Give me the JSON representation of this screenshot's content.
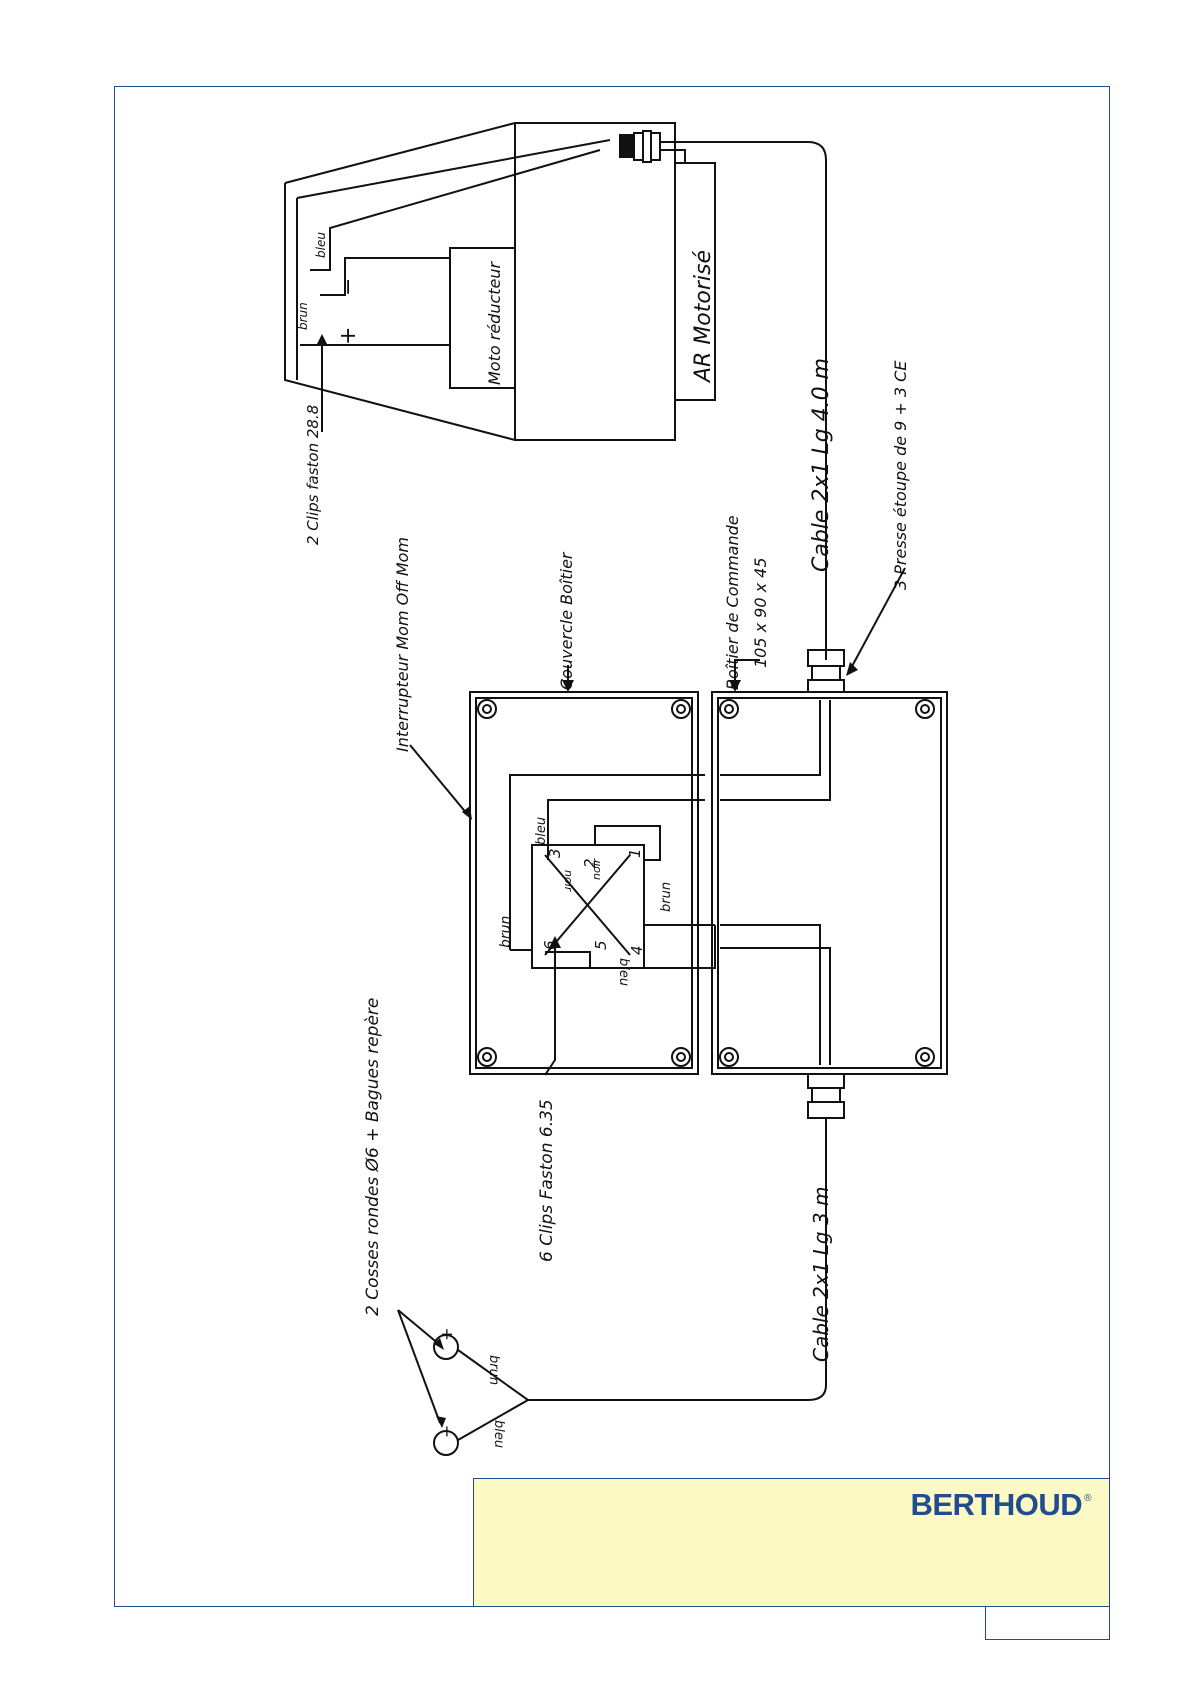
{
  "labels": {
    "clips_faston_28": "2 Clips faston 28.8",
    "interrupteur": "Interrupteur Mom Off Mom",
    "couvercle": "Couvercle Boîtier",
    "boitier": "Boîtier de Commande",
    "boitier_dim": "105 x 90 x 45",
    "cable_40": "Cable 2x1 Lg 4.0 m",
    "presse_etoupe": "3 Presse étoupe de 9 + 3 CE",
    "cosses": "2 Cosses rondes Ø6 + Bagues repère",
    "clips_faston_63": "6 Clips Faston 6.35",
    "cable_3": "Cable 2x1 Lg 3 m",
    "moto_reducteur": "Moto réducteur",
    "ar_motorise": "AR Motorisé",
    "brun": "brun",
    "bleu": "bleu",
    "noir": "noir",
    "plus": "+",
    "minus": "−",
    "t1": "1",
    "t2": "2",
    "t3": "3",
    "t4": "4",
    "t5": "5",
    "t6": "6"
  },
  "brand": {
    "logo": "BERTHOUD",
    "registered": "®",
    "color": "#1f4d8f"
  },
  "colors": {
    "frame": "#1f4d8f",
    "title_bg": "#fdf9c4",
    "ink": "#111111"
  }
}
